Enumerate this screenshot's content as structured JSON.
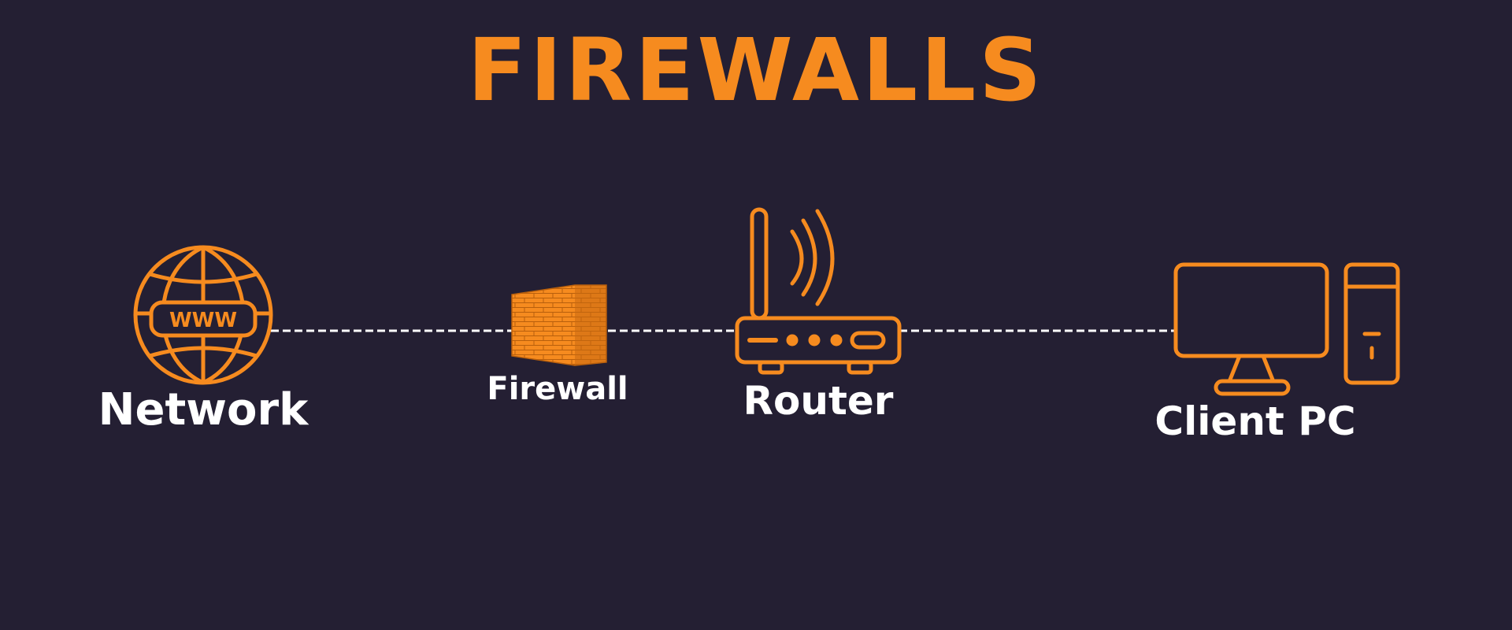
{
  "title": "FIREWALLS",
  "colors": {
    "background": "#241f33",
    "accent": "#f68b1f",
    "label": "#ffffff",
    "connector": "#ffffff"
  },
  "nodes": [
    {
      "id": "network",
      "label": "Network",
      "icon": "globe-www-icon",
      "icon_text": "WWW"
    },
    {
      "id": "firewall",
      "label": "Firewall",
      "icon": "brick-wall-icon"
    },
    {
      "id": "router",
      "label": "Router",
      "icon": "wifi-router-icon"
    },
    {
      "id": "client",
      "label": "Client PC",
      "icon": "desktop-pc-icon"
    }
  ],
  "edges": [
    {
      "from": "network",
      "to": "firewall",
      "style": "dashed"
    },
    {
      "from": "firewall",
      "to": "router",
      "style": "dashed"
    },
    {
      "from": "router",
      "to": "client",
      "style": "dashed"
    }
  ]
}
